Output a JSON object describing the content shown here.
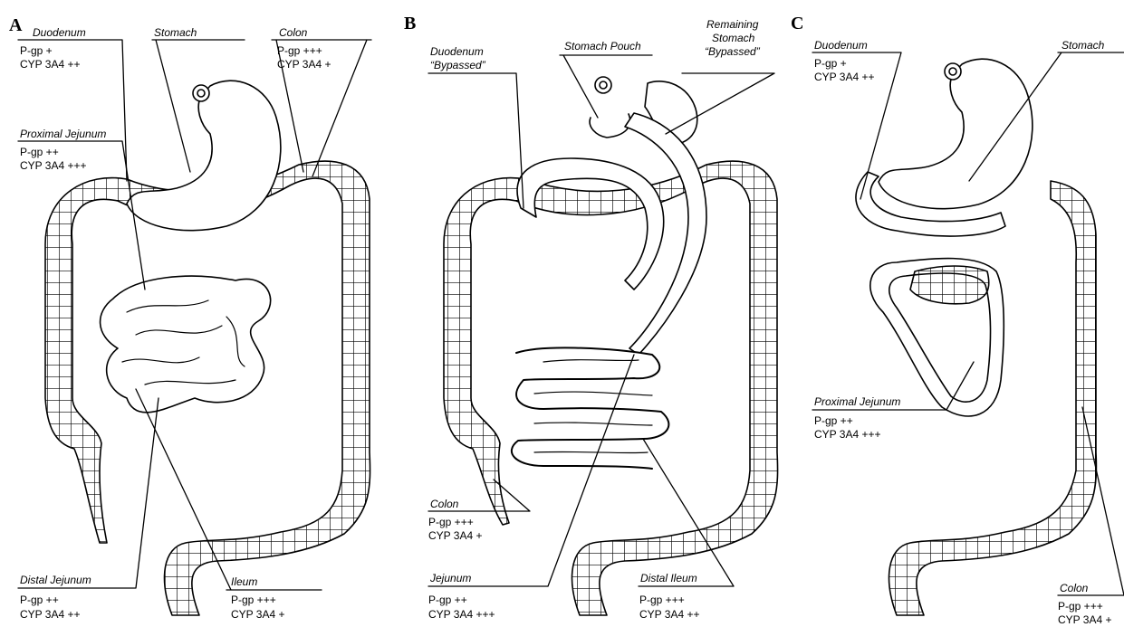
{
  "panels": [
    {
      "letter": "A"
    },
    {
      "letter": "B"
    },
    {
      "letter": "C"
    }
  ],
  "labels": {
    "a_duodenum": {
      "title": "Duodenum",
      "lines": [
        "P-gp +",
        "CYP 3A4 ++"
      ]
    },
    "a_stomach": {
      "title": "Stomach"
    },
    "a_colon": {
      "title": "Colon",
      "lines": [
        "P-gp +++",
        "CYP 3A4 +"
      ]
    },
    "a_prox_jejunum": {
      "title": "Proximal Jejunum",
      "lines": [
        "P-gp ++",
        "CYP 3A4 +++"
      ]
    },
    "a_distal_jejunum": {
      "title": "Distal Jejunum",
      "lines": [
        "P-gp ++",
        "CYP 3A4 ++"
      ]
    },
    "a_ileum": {
      "title": "Ileum",
      "lines": [
        "P-gp +++",
        "CYP 3A4 +"
      ]
    },
    "b_duodenum": {
      "title": "Duodenum",
      "title2": "“Bypassed”"
    },
    "b_pouch": {
      "title": "Stomach Pouch"
    },
    "b_remaining": {
      "title": "Remaining",
      "title2": "Stomach",
      "title3": "“Bypassed”"
    },
    "b_colon": {
      "title": "Colon",
      "lines": [
        "P-gp +++",
        "CYP 3A4 +"
      ]
    },
    "b_jejunum": {
      "title": "Jejunum",
      "lines": [
        "P-gp ++",
        "CYP 3A4 +++"
      ]
    },
    "b_distal_ileum": {
      "title": "Distal Ileum",
      "lines": [
        "P-gp +++",
        "CYP 3A4 ++"
      ]
    },
    "c_duodenum": {
      "title": "Duodenum",
      "lines": [
        "P-gp +",
        "CYP 3A4 ++"
      ]
    },
    "c_stomach": {
      "title": "Stomach"
    },
    "c_prox_jejunum": {
      "title": "Proximal Jejunum",
      "lines": [
        "P-gp ++",
        "CYP 3A4 +++"
      ]
    },
    "c_colon": {
      "title": "Colon",
      "lines": [
        "P-gp +++",
        "CYP 3A4 +"
      ]
    }
  }
}
